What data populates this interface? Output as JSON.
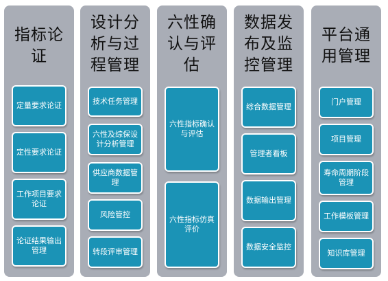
{
  "columns": [
    {
      "title": "指标论\n证",
      "items": [
        "定量要求论证",
        "定性要求论证",
        "工作项目要求论证",
        "论证结果输出管理"
      ]
    },
    {
      "title": "设计分\n析与过\n程管理",
      "items": [
        "技术任务管理",
        "六性及综保设计分析管理",
        "供应商数据管理",
        "风险管控",
        "转段评审管理"
      ]
    },
    {
      "title": "六性确\n认与评\n估",
      "items": [
        "六性指标确认与评估",
        "六性指标仿真评价"
      ]
    },
    {
      "title": "数据发\n布及监\n控管理",
      "items": [
        "综合数据管理",
        "管理者看板",
        "数据输出管理",
        "数据安全监控"
      ]
    },
    {
      "title": "平台通\n用管理",
      "items": [
        "门户管理",
        "项目管理",
        "寿命周期阶段管理",
        "工作模板管理",
        "知识库管理"
      ]
    }
  ],
  "colors": {
    "panel": "#a9adb6",
    "box": "#1b93b6",
    "box_text": "#ffffff",
    "title_text": "#111111"
  }
}
